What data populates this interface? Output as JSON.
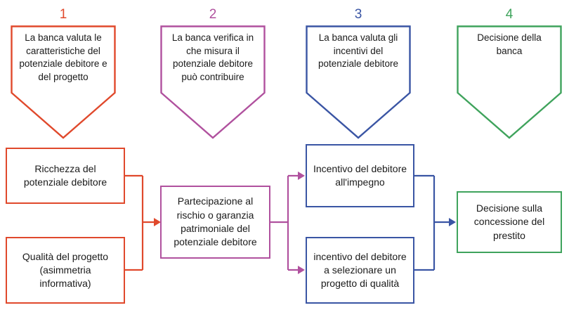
{
  "colors": {
    "red": "#e0492c",
    "purple": "#b0519e",
    "blue": "#3a55a4",
    "green": "#3fa35c"
  },
  "steps": [
    {
      "number": "1",
      "text": "La banca valuta le caratteristiche del potenziale debitore e del progetto"
    },
    {
      "number": "2",
      "text": "La banca verifica in che misura il potenziale debitore può contribuire"
    },
    {
      "number": "3",
      "text": "La banca valuta gli incentivi del potenziale debitore"
    },
    {
      "number": "4",
      "text": "Decisione della banca"
    }
  ],
  "flow": {
    "inputs": [
      {
        "text": "Ricchezza del potenziale debitore"
      },
      {
        "text": "Qualità del progetto (asimmetria informativa)"
      }
    ],
    "participation": {
      "text": "Partecipazione al rischio o garanzia patrimoniale del potenziale debitore"
    },
    "incentives": [
      {
        "text": "Incentivo del debitore all'impegno"
      },
      {
        "text": "incentivo del debitore a selezionare un progetto di qualità"
      }
    ],
    "decision": {
      "text": "Decisione sulla concessione del prestito"
    }
  }
}
